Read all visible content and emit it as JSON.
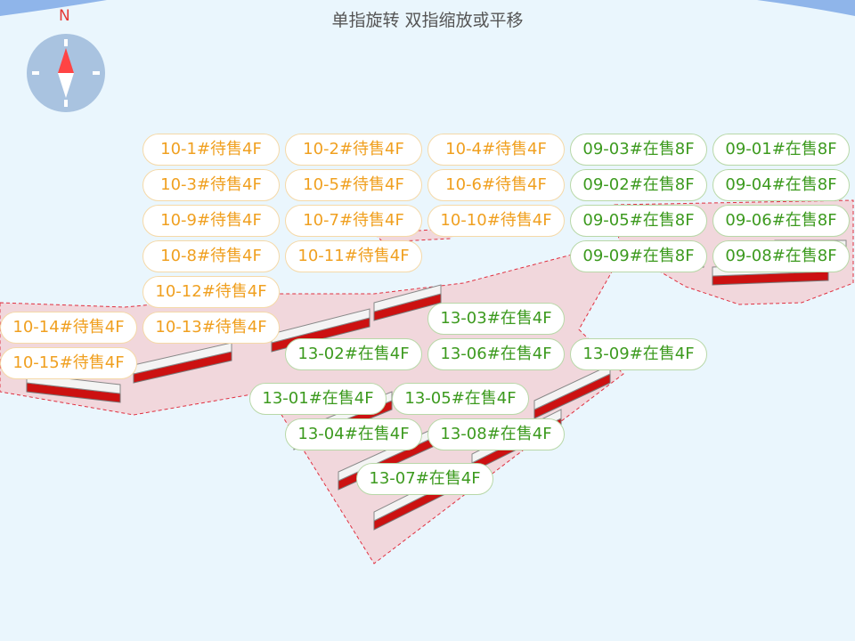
{
  "hint": "单指旋转 双指缩放或平移",
  "compass": {
    "north_label": "N"
  },
  "colors": {
    "sale_pending": "#f0a020",
    "on_sale": "#3c9a1e",
    "plot_fill": "#f1d7dc",
    "building": "#cc1111"
  },
  "labels": [
    {
      "text": "10-1#待售4F",
      "status": "o"
    },
    {
      "text": "10-2#待售4F",
      "status": "o"
    },
    {
      "text": "10-4#待售4F",
      "status": "o"
    },
    {
      "text": "10-3#待售4F",
      "status": "o"
    },
    {
      "text": "10-5#待售4F",
      "status": "o"
    },
    {
      "text": "10-6#待售4F",
      "status": "o"
    },
    {
      "text": "10-9#待售4F",
      "status": "o"
    },
    {
      "text": "10-7#待售4F",
      "status": "o"
    },
    {
      "text": "10-10#待售4F",
      "status": "o"
    },
    {
      "text": "10-8#待售4F",
      "status": "o"
    },
    {
      "text": "10-11#待售4F",
      "status": "o"
    },
    {
      "text": "10-12#待售4F",
      "status": "o"
    },
    {
      "text": "10-14#待售4F",
      "status": "o"
    },
    {
      "text": "10-13#待售4F",
      "status": "o"
    },
    {
      "text": "10-15#待售4F",
      "status": "o"
    },
    {
      "text": "09-03#在售8F",
      "status": "g"
    },
    {
      "text": "09-01#在售8F",
      "status": "g"
    },
    {
      "text": "09-02#在售8F",
      "status": "g"
    },
    {
      "text": "09-04#在售8F",
      "status": "g"
    },
    {
      "text": "09-05#在售8F",
      "status": "g"
    },
    {
      "text": "09-06#在售8F",
      "status": "g"
    },
    {
      "text": "09-09#在售8F",
      "status": "g"
    },
    {
      "text": "09-08#在售8F",
      "status": "g"
    },
    {
      "text": "13-03#在售4F",
      "status": "g"
    },
    {
      "text": "13-06#在售4F",
      "status": "g"
    },
    {
      "text": "13-02#在售4F",
      "status": "g"
    },
    {
      "text": "13-09#在售4F",
      "status": "g"
    },
    {
      "text": "13-05#在售4F",
      "status": "g"
    },
    {
      "text": "13-01#在售4F",
      "status": "g"
    },
    {
      "text": "13-08#在售4F",
      "status": "g"
    },
    {
      "text": "13-04#在售4F",
      "status": "g"
    },
    {
      "text": "13-07#在售4F",
      "status": "g"
    }
  ]
}
